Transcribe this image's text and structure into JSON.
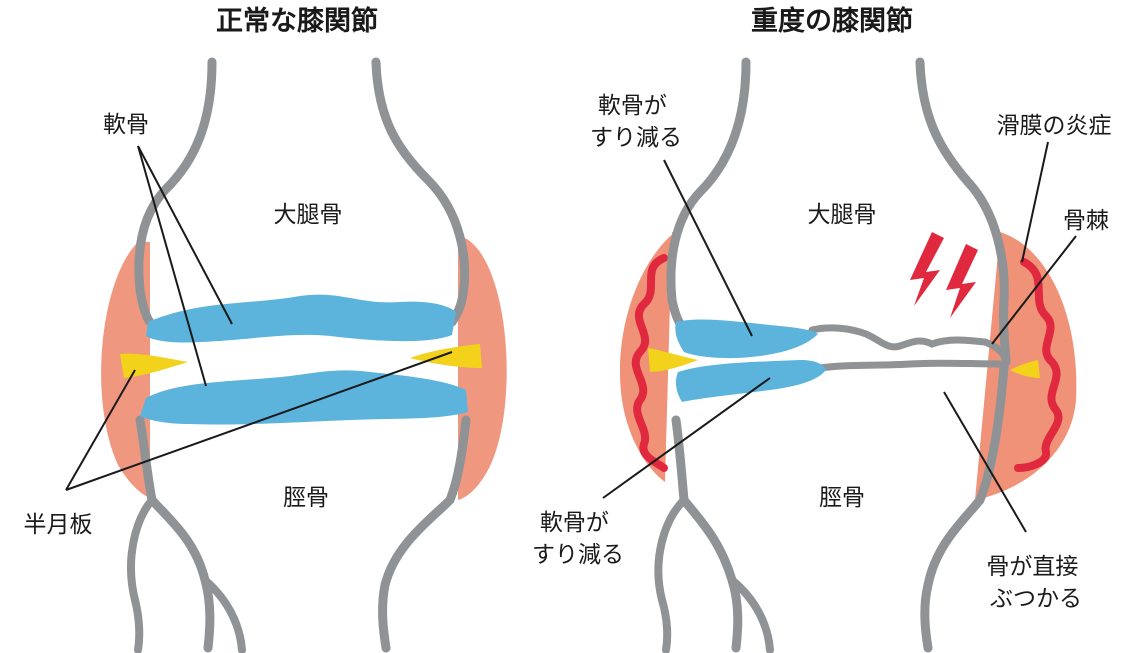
{
  "panels": {
    "normal": {
      "title": "正常な膝関節",
      "femur": "大腿骨",
      "tibia": "脛骨",
      "cartilage": "軟骨",
      "meniscus": "半月板"
    },
    "severe": {
      "title": "重度の膝関節",
      "femur": "大腿骨",
      "tibia": "脛骨",
      "cartilage_worn_top": [
        "軟骨が",
        "すり減る"
      ],
      "cartilage_worn_bottom": [
        "軟骨が",
        "すり減る"
      ],
      "synovitis": "滑膜の炎症",
      "osteophyte": "骨棘",
      "bone_contact": [
        "骨が直接",
        "ぶつかる"
      ]
    }
  },
  "colors": {
    "bone_outline": "#8f9396",
    "cartilage": "#5cb3dc",
    "meniscus": "#f2d21a",
    "capsule": "#ef9278",
    "synovium": "#e0293f",
    "pain_bolt": "#e0293f",
    "leader_line": "#1a1a1a"
  }
}
